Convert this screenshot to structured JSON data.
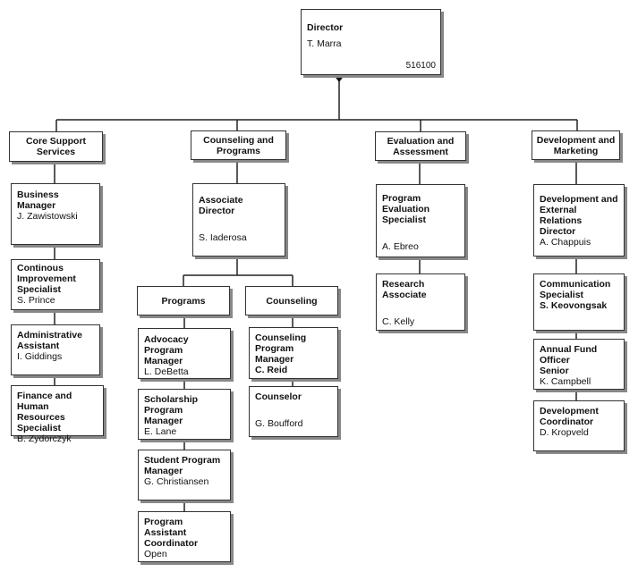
{
  "director": {
    "title": "Director",
    "name": "T. Marra",
    "code": "516100"
  },
  "divisions": {
    "core": {
      "header": [
        "Core Support",
        "Services"
      ],
      "staff": [
        {
          "title": [
            "Business",
            "Manager"
          ],
          "name": "J. Zawistowski"
        },
        {
          "title": [
            "Continous",
            "Improvement",
            "Specialist"
          ],
          "name": "S. Prince"
        },
        {
          "title": [
            "Administrative",
            "Assistant"
          ],
          "name": "I. Giddings"
        },
        {
          "title": [
            "Finance and Human",
            "Resources Specialist"
          ],
          "name": "B. Zydorczyk"
        }
      ]
    },
    "counseling_programs": {
      "header": [
        "Counseling and",
        "Programs"
      ],
      "associate": {
        "title": "Associate Director",
        "name": "S. Iaderosa"
      },
      "programs": {
        "header": "Programs",
        "staff": [
          {
            "title": [
              "Advocacy Program",
              "Manager"
            ],
            "name": "L. DeBetta"
          },
          {
            "title": [
              "Scholarship Program",
              "Manager"
            ],
            "name": "E. Lane"
          },
          {
            "title": [
              "Student Program",
              "Manager"
            ],
            "name": "G. Christiansen"
          },
          {
            "title": [
              "Program Assistant",
              "Coordinator"
            ],
            "name": "Open"
          }
        ]
      },
      "counseling": {
        "header": "Counseling",
        "staff": [
          {
            "title": [
              "Counseling Program",
              "Manager"
            ],
            "name": "C. Reid"
          },
          {
            "title": [
              "Counselor"
            ],
            "name": "G. Boufford"
          }
        ]
      }
    },
    "evaluation": {
      "header": [
        "Evaluation and",
        "Assessment"
      ],
      "staff": [
        {
          "title": [
            "Program Evaluation",
            "Specialist"
          ],
          "name": "A. Ebreo"
        },
        {
          "title": [
            "Research Associate"
          ],
          "name": "C. Kelly"
        }
      ]
    },
    "development": {
      "header": [
        "Development and",
        "Marketing"
      ],
      "staff": [
        {
          "title": [
            "Development and",
            "External Relations",
            "Director"
          ],
          "name": "A. Chappuis"
        },
        {
          "title": [
            "Communication",
            "Specialist"
          ],
          "name": "S. Keovongsak"
        },
        {
          "title": [
            "Annual Fund Officer",
            "Senior"
          ],
          "name": "K. Campbell"
        },
        {
          "title": [
            "Development",
            "Coordinator"
          ],
          "name": "D. Kropveld"
        }
      ]
    }
  }
}
